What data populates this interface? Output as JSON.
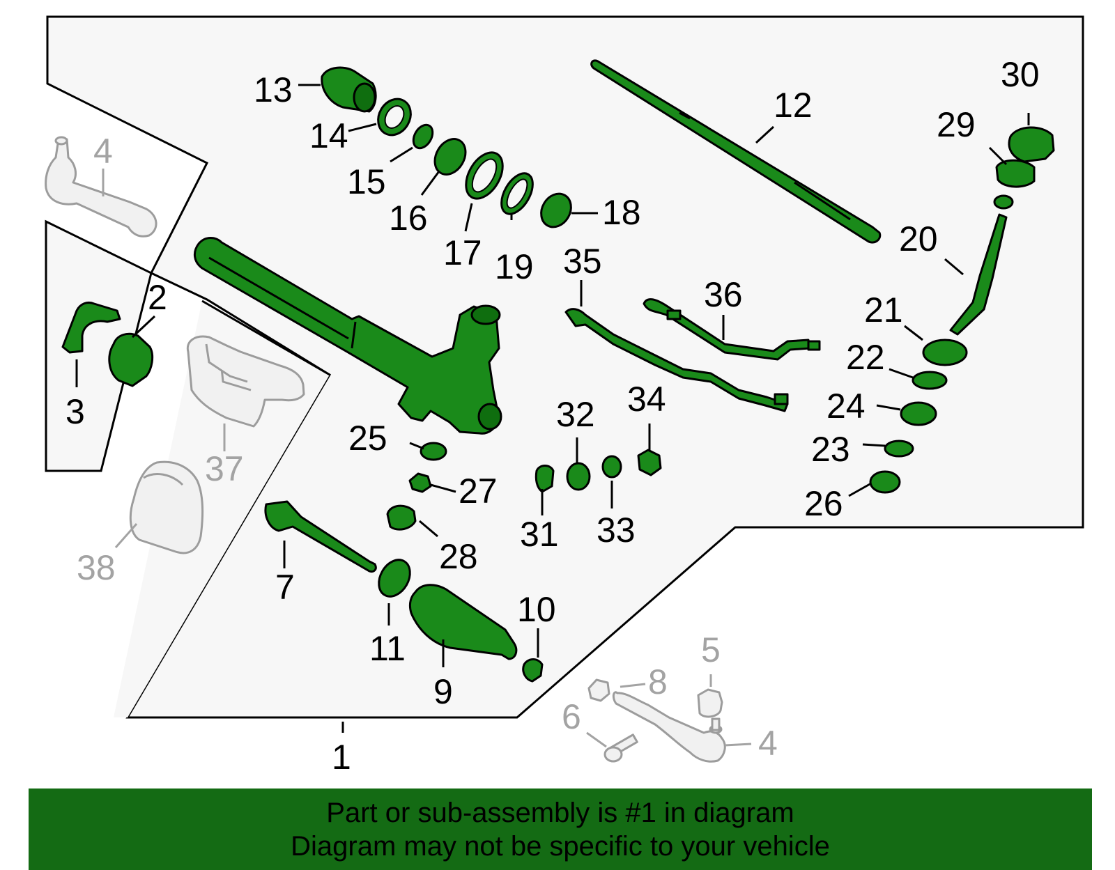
{
  "callouts": {
    "c1": "1",
    "c2": "2",
    "c3": "3",
    "c4a": "4",
    "c4b": "4",
    "c5": "5",
    "c6": "6",
    "c7": "7",
    "c8": "8",
    "c9": "9",
    "c10": "10",
    "c11": "11",
    "c12": "12",
    "c13": "13",
    "c14": "14",
    "c15": "15",
    "c16": "16",
    "c17": "17",
    "c18": "18",
    "c19": "19",
    "c20": "20",
    "c21": "21",
    "c22": "22",
    "c23": "23",
    "c24": "24",
    "c25": "25",
    "c26": "26",
    "c27": "27",
    "c28": "28",
    "c29": "29",
    "c30": "30",
    "c31": "31",
    "c32": "32",
    "c33": "33",
    "c34": "34",
    "c35": "35",
    "c36": "36",
    "c37": "37",
    "c38": "38"
  },
  "banner": {
    "line1": "Part or sub-assembly is #1 in diagram",
    "line2": "Diagram may not be specific to your vehicle"
  },
  "colors": {
    "highlight": "#1a8a1a",
    "banner": "#146b14",
    "panel": "#f7f7f7",
    "ghost": "#a3a3a3"
  }
}
